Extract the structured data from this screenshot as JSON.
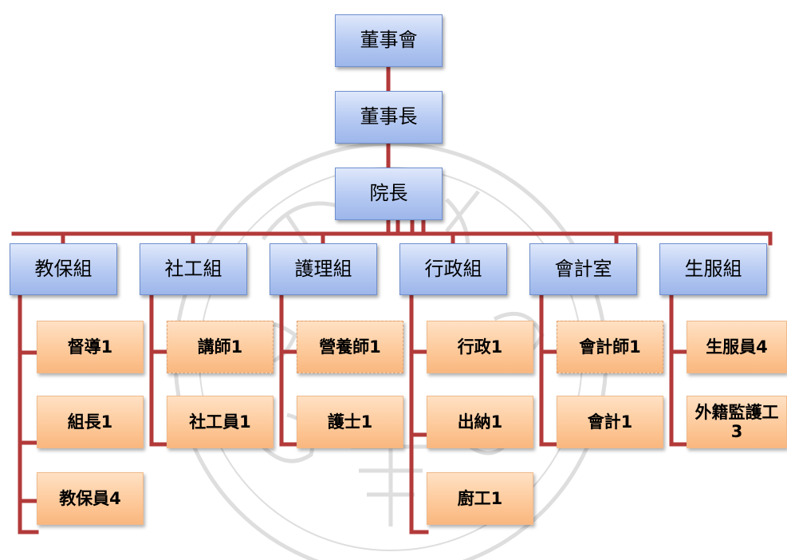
{
  "colors": {
    "connector": "#b33a3a",
    "head_fill": "#b5c9f2",
    "head_border": "#6f8fcf",
    "staff_fill": "#fdc898",
    "staff_border": "#f0b98a"
  },
  "top": {
    "board": "董事會",
    "chairman": "董事長",
    "director": "院長"
  },
  "departments": [
    {
      "label": "教保組",
      "staff": [
        {
          "label": "督導1",
          "dashed": false
        },
        {
          "label": "組長1",
          "dashed": false
        },
        {
          "label": "教保員4",
          "dashed": false
        }
      ]
    },
    {
      "label": "社工組",
      "staff": [
        {
          "label": "講師1",
          "dashed": true
        },
        {
          "label": "社工員1",
          "dashed": false
        }
      ]
    },
    {
      "label": "護理組",
      "staff": [
        {
          "label": "營養師1",
          "dashed": true
        },
        {
          "label": "護士1",
          "dashed": false
        }
      ]
    },
    {
      "label": "行政組",
      "staff": [
        {
          "label": "行政1",
          "dashed": false
        },
        {
          "label": "出納1",
          "dashed": false
        },
        {
          "label": "廚工1",
          "dashed": false
        }
      ]
    },
    {
      "label": "會計室",
      "staff": [
        {
          "label": "會計師1",
          "dashed": true
        },
        {
          "label": "會計1",
          "dashed": false
        }
      ]
    },
    {
      "label": "生服組",
      "staff": [
        {
          "label": "生服員4",
          "dashed": false
        },
        {
          "label": "外籍監護工3",
          "dashed": false
        }
      ]
    }
  ]
}
